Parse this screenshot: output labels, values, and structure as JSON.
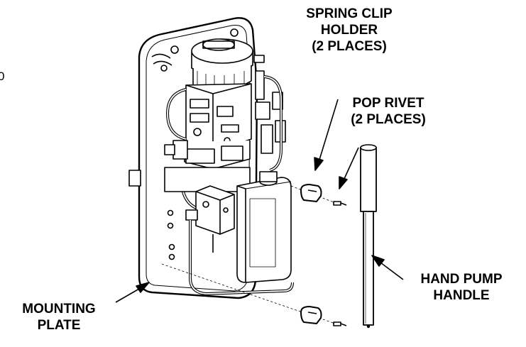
{
  "labels": {
    "spring_clip_holder": [
      "SPRING CLIP",
      "HOLDER",
      "(2 PLACES)"
    ],
    "pop_rivet": [
      "POP RIVET",
      "(2 PLACES)"
    ],
    "hand_pump_handle": [
      "HAND PUMP",
      "HANDLE"
    ],
    "mounting_plate": [
      "MOUNTING",
      "PLATE"
    ],
    "edge_fragment": "0"
  },
  "colors": {
    "line": "#000000",
    "background": "#ffffff"
  }
}
